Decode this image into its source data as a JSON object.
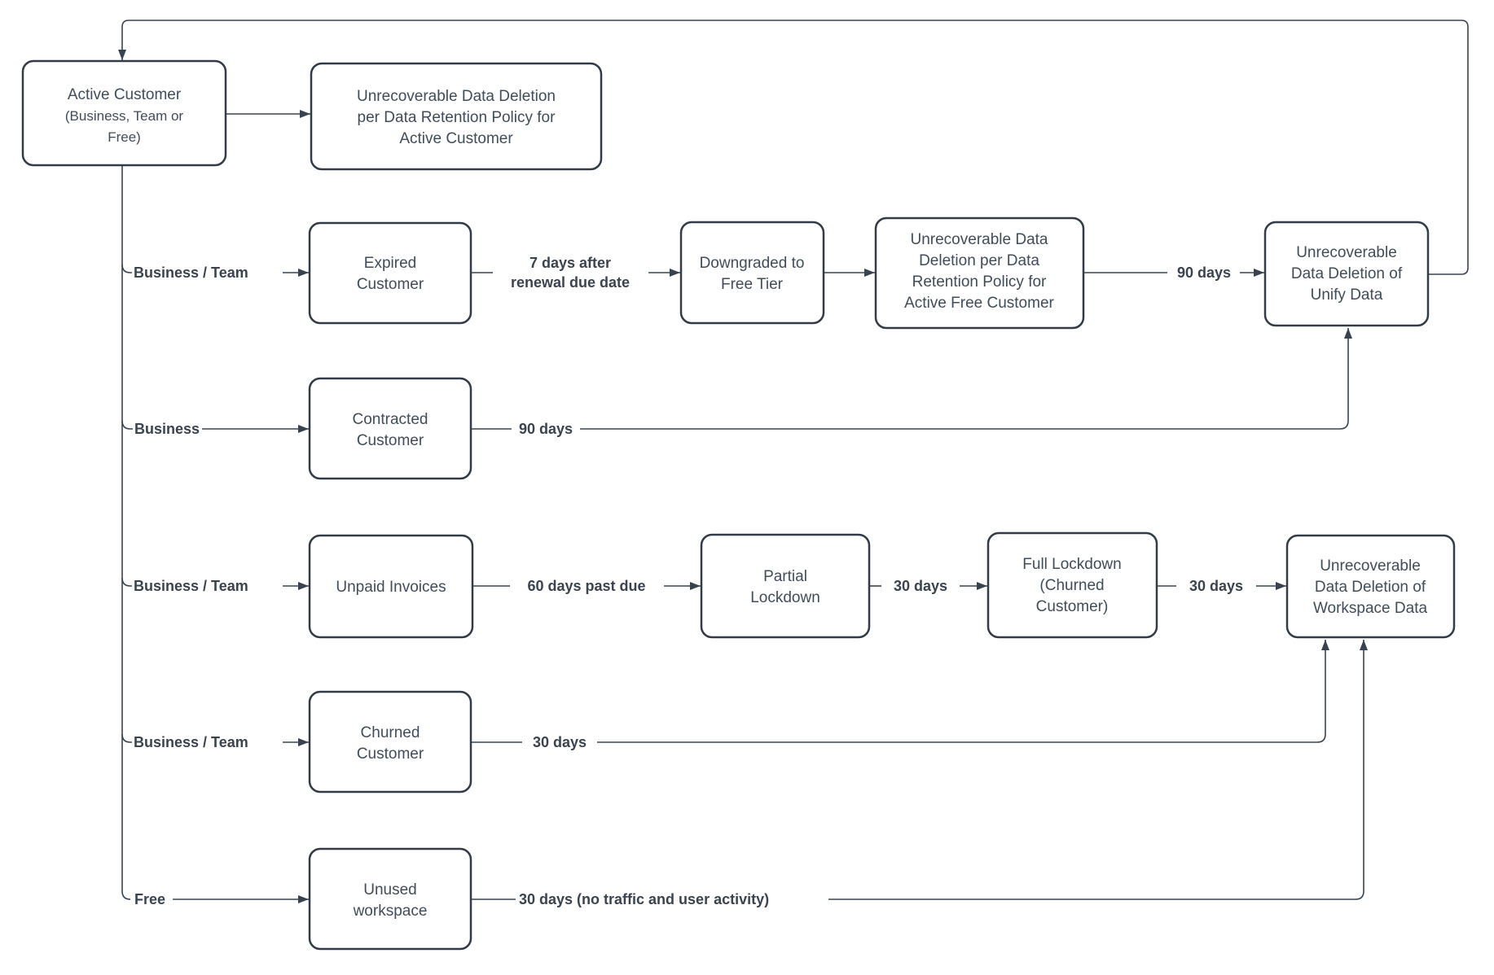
{
  "diagram": {
    "colors": {
      "background": "#ffffff",
      "node_border": "#323c48",
      "connector": "#39434f",
      "text": "#414c59"
    },
    "nodes": {
      "active_customer": {
        "lines": [
          "Active Customer",
          "(Business, Team or",
          "Free)"
        ]
      },
      "deletion_active": {
        "lines": [
          "Unrecoverable Data Deletion",
          "per Data Retention Policy for",
          "Active Customer"
        ]
      },
      "expired": {
        "lines": [
          "Expired",
          "Customer"
        ]
      },
      "downgraded": {
        "lines": [
          "Downgraded to",
          "Free Tier"
        ]
      },
      "deletion_free": {
        "lines": [
          "Unrecoverable Data",
          "Deletion per Data",
          "Retention Policy for",
          "Active Free Customer"
        ]
      },
      "unify_deletion": {
        "lines": [
          "Unrecoverable",
          "Data Deletion of",
          "Unify Data"
        ]
      },
      "contracted": {
        "lines": [
          "Contracted",
          "Customer"
        ]
      },
      "unpaid": {
        "lines": [
          "Unpaid Invoices"
        ]
      },
      "partial_lockdown": {
        "lines": [
          "Partial",
          "Lockdown"
        ]
      },
      "full_lockdown": {
        "lines": [
          "Full Lockdown",
          "(Churned",
          "Customer)"
        ]
      },
      "workspace_deletion": {
        "lines": [
          "Unrecoverable",
          "Data Deletion of",
          "Workspace Data"
        ]
      },
      "churned": {
        "lines": [
          "Churned",
          "Customer"
        ]
      },
      "unused": {
        "lines": [
          "Unused",
          "workspace"
        ]
      }
    },
    "edge_labels": {
      "branch_expired": "Business / Team",
      "branch_contracted": "Business",
      "branch_unpaid": "Business / Team",
      "branch_churned": "Business / Team",
      "branch_unused": "Free",
      "expired_to_downgraded_1": "7 days after",
      "expired_to_downgraded_2": "renewal due date",
      "free_deletion_to_unify": "90 days",
      "contracted_to_unify": "90 days",
      "unpaid_to_partial": "60 days past due",
      "partial_to_full": "30 days",
      "full_to_workspace": "30 days",
      "churned_to_workspace": "30 days",
      "unused_to_workspace": "30 days (no traffic and user activity)"
    }
  }
}
